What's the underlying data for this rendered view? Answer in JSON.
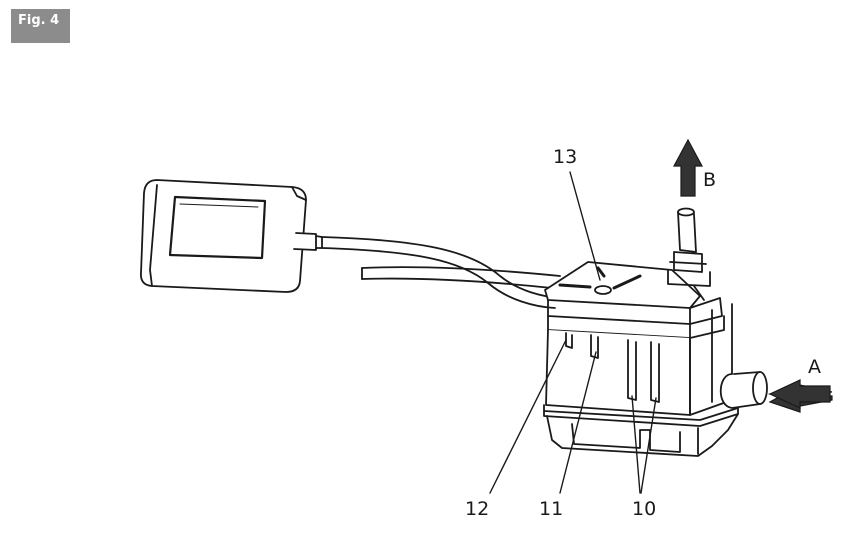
{
  "figure": {
    "tag": "Fig. 4"
  },
  "labels": {
    "top_sensor": "13",
    "flow_out": "B",
    "flow_in": "A",
    "probe_12": "12",
    "probe_11": "11",
    "probes_10": "10"
  },
  "colors": {
    "tag_bg": "#8c8c8c",
    "line": "#1a1a1a",
    "arrow_fill": "#333333"
  }
}
